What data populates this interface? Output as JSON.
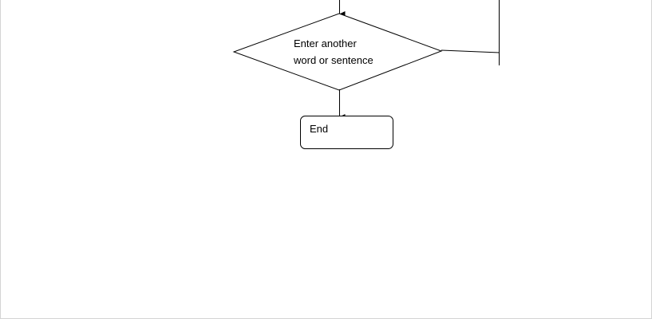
{
  "decision_node": {
    "line1": "Enter another",
    "line2": "word or sentence"
  },
  "end_node": {
    "label": "End"
  },
  "colors": {
    "stroke": "#000000",
    "fill": "#ffffff",
    "page_border": "#d4d4d4"
  }
}
